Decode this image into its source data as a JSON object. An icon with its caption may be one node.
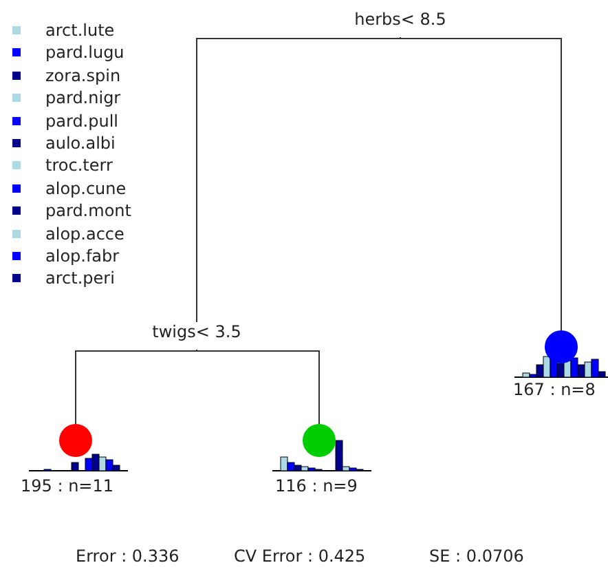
{
  "diagram": {
    "nodes": [
      {
        "text": [
          "herbs< 8.5"
        ]
      },
      {
        "text": [
          "twigs< 3.5"
        ]
      },
      {
        "text": [],
        "shape": "circle",
        "beside": [
          "195 : n=11"
        ]
      },
      {
        "text": [],
        "shape": "circle",
        "beside": [
          "116 : n=9"
        ]
      },
      {
        "text": [],
        "shape": "circle",
        "beside": [
          "167 : n=8"
        ]
      }
    ],
    "edges": [
      {
        "from": 0,
        "to": 1,
        "arrow": "none"
      },
      {
        "from": 0,
        "to": 4,
        "arrow": "none"
      },
      {
        "from": 1,
        "to": 2,
        "arrow": "none"
      },
      {
        "from": 1,
        "to": 3,
        "arrow": "none"
      }
    ],
    "labels": [
      "Error : 0.336",
      "CV Error : 0.425",
      "SE : 0.0706"
    ],
    "legend": [
      {
        "text": "arct.lute",
        "color": "#add8e6"
      },
      {
        "text": "pard.lugu",
        "color": "#0000ff"
      },
      {
        "text": "zora.spin",
        "color": "#00008b"
      },
      {
        "text": "pard.nigr",
        "color": "#add8e6"
      },
      {
        "text": "pard.pull",
        "color": "#0000ff"
      },
      {
        "text": "aulo.albi",
        "color": "#00008b"
      },
      {
        "text": "troc.terr",
        "color": "#add8e6"
      },
      {
        "text": "alop.cune",
        "color": "#0000ff"
      },
      {
        "text": "pard.mont",
        "color": "#00008b"
      },
      {
        "text": "alop.acce",
        "color": "#add8e6"
      },
      {
        "text": "alop.fabr",
        "color": "#0000ff"
      },
      {
        "text": "arct.peri",
        "color": "#00008b"
      }
    ]
  }
}
